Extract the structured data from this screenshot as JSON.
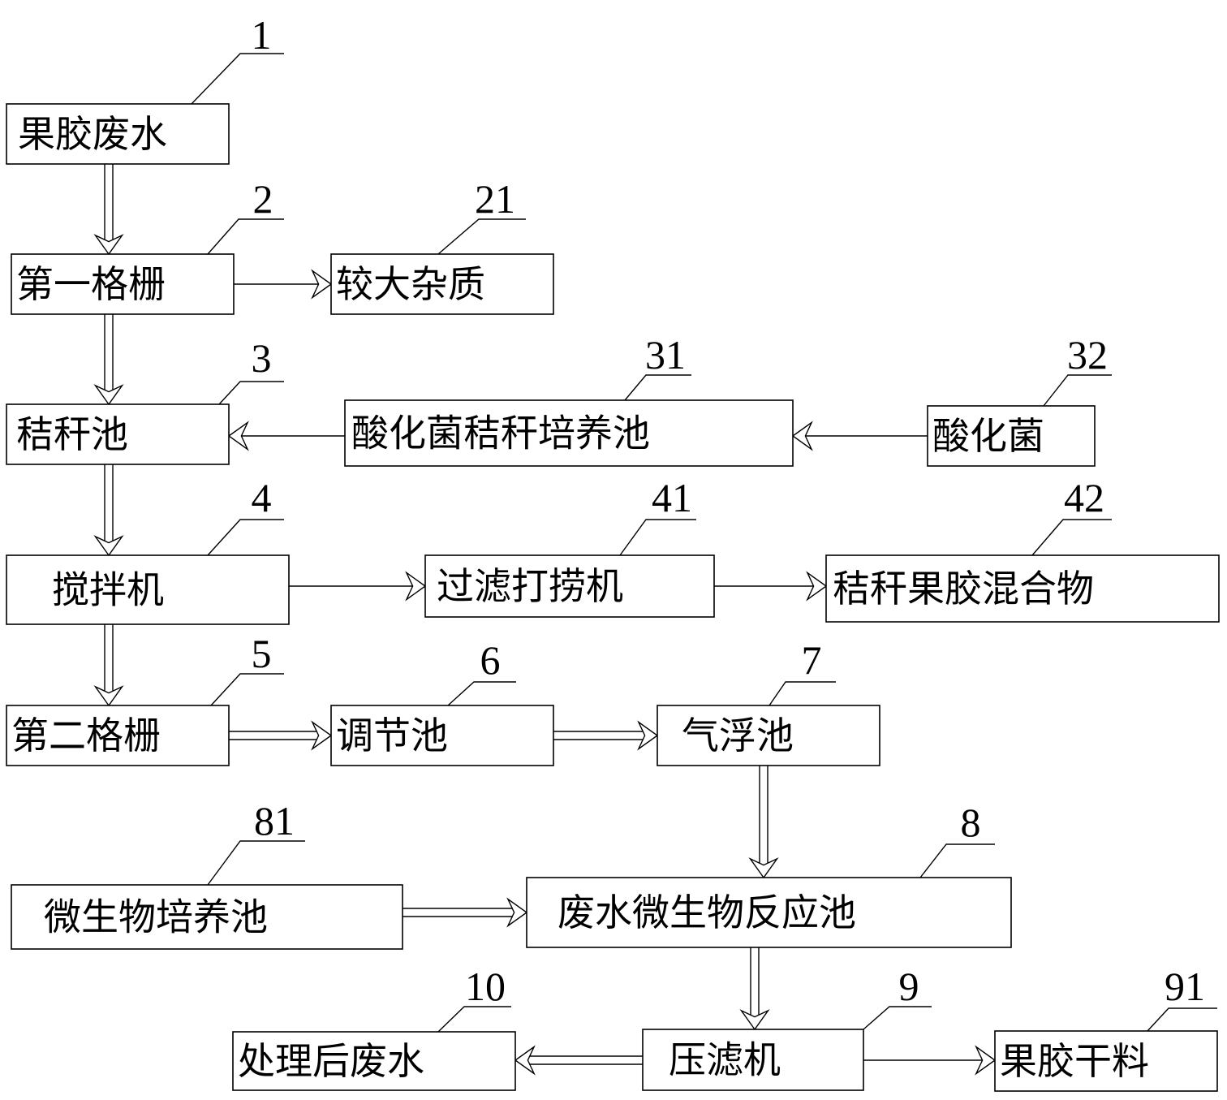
{
  "nodes": [
    {
      "id": "n1",
      "ref": "1",
      "label": "果胶废水"
    },
    {
      "id": "n2",
      "ref": "2",
      "label": "第一格栅"
    },
    {
      "id": "n21",
      "ref": "21",
      "label": "较大杂质"
    },
    {
      "id": "n3",
      "ref": "3",
      "label": "秸秆池"
    },
    {
      "id": "n31",
      "ref": "31",
      "label": "酸化菌秸秆培养池"
    },
    {
      "id": "n32",
      "ref": "32",
      "label": "酸化菌"
    },
    {
      "id": "n4",
      "ref": "4",
      "label": "搅拌机"
    },
    {
      "id": "n41",
      "ref": "41",
      "label": "过滤打捞机"
    },
    {
      "id": "n42",
      "ref": "42",
      "label": "秸秆果胶混合物"
    },
    {
      "id": "n5",
      "ref": "5",
      "label": "第二格栅"
    },
    {
      "id": "n6",
      "ref": "6",
      "label": "调节池"
    },
    {
      "id": "n7",
      "ref": "7",
      "label": "气浮池"
    },
    {
      "id": "n81",
      "ref": "81",
      "label": "微生物培养池"
    },
    {
      "id": "n8",
      "ref": "8",
      "label": "废水微生物反应池"
    },
    {
      "id": "n10",
      "ref": "10",
      "label": "处理后废水"
    },
    {
      "id": "n9",
      "ref": "9",
      "label": "压滤机"
    },
    {
      "id": "n91",
      "ref": "91",
      "label": "果胶干料"
    }
  ],
  "edges": [
    {
      "from": "n1",
      "to": "n2",
      "style": "double"
    },
    {
      "from": "n2",
      "to": "n21",
      "style": "single"
    },
    {
      "from": "n2",
      "to": "n3",
      "style": "double"
    },
    {
      "from": "n32",
      "to": "n31",
      "style": "single"
    },
    {
      "from": "n31",
      "to": "n3",
      "style": "single"
    },
    {
      "from": "n3",
      "to": "n4",
      "style": "double"
    },
    {
      "from": "n4",
      "to": "n41",
      "style": "single"
    },
    {
      "from": "n41",
      "to": "n42",
      "style": "single"
    },
    {
      "from": "n4",
      "to": "n5",
      "style": "double"
    },
    {
      "from": "n5",
      "to": "n6",
      "style": "double"
    },
    {
      "from": "n6",
      "to": "n7",
      "style": "double"
    },
    {
      "from": "n7",
      "to": "n8",
      "style": "double"
    },
    {
      "from": "n81",
      "to": "n8",
      "style": "double"
    },
    {
      "from": "n8",
      "to": "n9",
      "style": "double"
    },
    {
      "from": "n9",
      "to": "n10",
      "style": "double"
    },
    {
      "from": "n9",
      "to": "n91",
      "style": "single"
    }
  ]
}
